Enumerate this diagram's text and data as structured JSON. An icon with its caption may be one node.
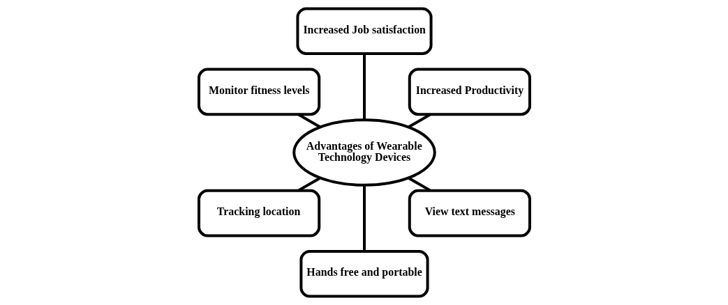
{
  "diagram": {
    "nodes": [
      {
        "text": [
          "Increased Productivity"
        ]
      },
      {
        "text": [
          "Increased Job satisfaction"
        ]
      },
      {
        "text": [
          "Monitor fitness levels"
        ]
      },
      {
        "text": [
          "Advantages of Wearable Technology Devices"
        ]
      },
      {
        "text": [
          "Tracking location"
        ]
      },
      {
        "text": [
          "Hands free and portable"
        ]
      },
      {
        "text": [
          "View text messages"
        ]
      }
    ],
    "edges": [
      {
        "from": 3,
        "to": 0,
        "arrow": "none"
      },
      {
        "from": 3,
        "to": 1,
        "arrow": "none"
      },
      {
        "from": 3,
        "to": 2,
        "arrow": "none"
      },
      {
        "from": 3,
        "to": 4,
        "arrow": "none"
      },
      {
        "from": 3,
        "to": 5,
        "arrow": "none"
      },
      {
        "from": 3,
        "to": 6,
        "arrow": "none"
      }
    ]
  }
}
